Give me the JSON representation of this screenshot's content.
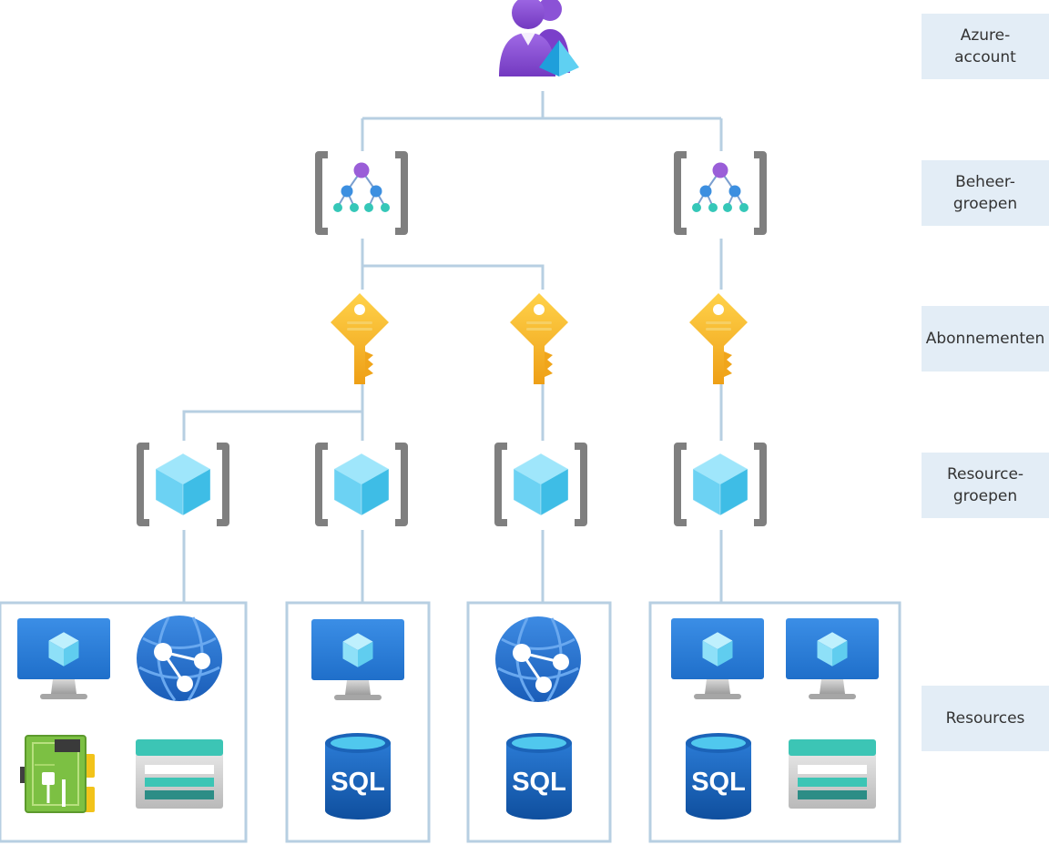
{
  "levels": {
    "account": {
      "line1": "Azure-",
      "line2": "account"
    },
    "management_groups": {
      "line1": "Beheer-",
      "line2": "groepen"
    },
    "subscriptions": {
      "line1": "Abonnementen"
    },
    "resource_groups": {
      "line1": "Resource-",
      "line2": "groepen"
    },
    "resources": {
      "line1": "Resources"
    }
  },
  "sql_text": "SQL",
  "colors": {
    "connector": "#b7cfe2",
    "label_bg": "#e3edf6",
    "bracket": "#7f7f7f",
    "key": "#f5b324",
    "cube": "#50c8ee",
    "monitor": "#2f7fd9",
    "user": "#8a4fd3"
  },
  "icons": {
    "account": "users-icon",
    "management_group": "management-group-icon",
    "subscription": "key-icon",
    "resource_group": "resource-group-icon",
    "vm": "virtual-machine-icon",
    "app_service": "app-service-icon",
    "sql": "sql-database-icon",
    "storage": "storage-icon",
    "chip": "circuit-board-icon"
  }
}
